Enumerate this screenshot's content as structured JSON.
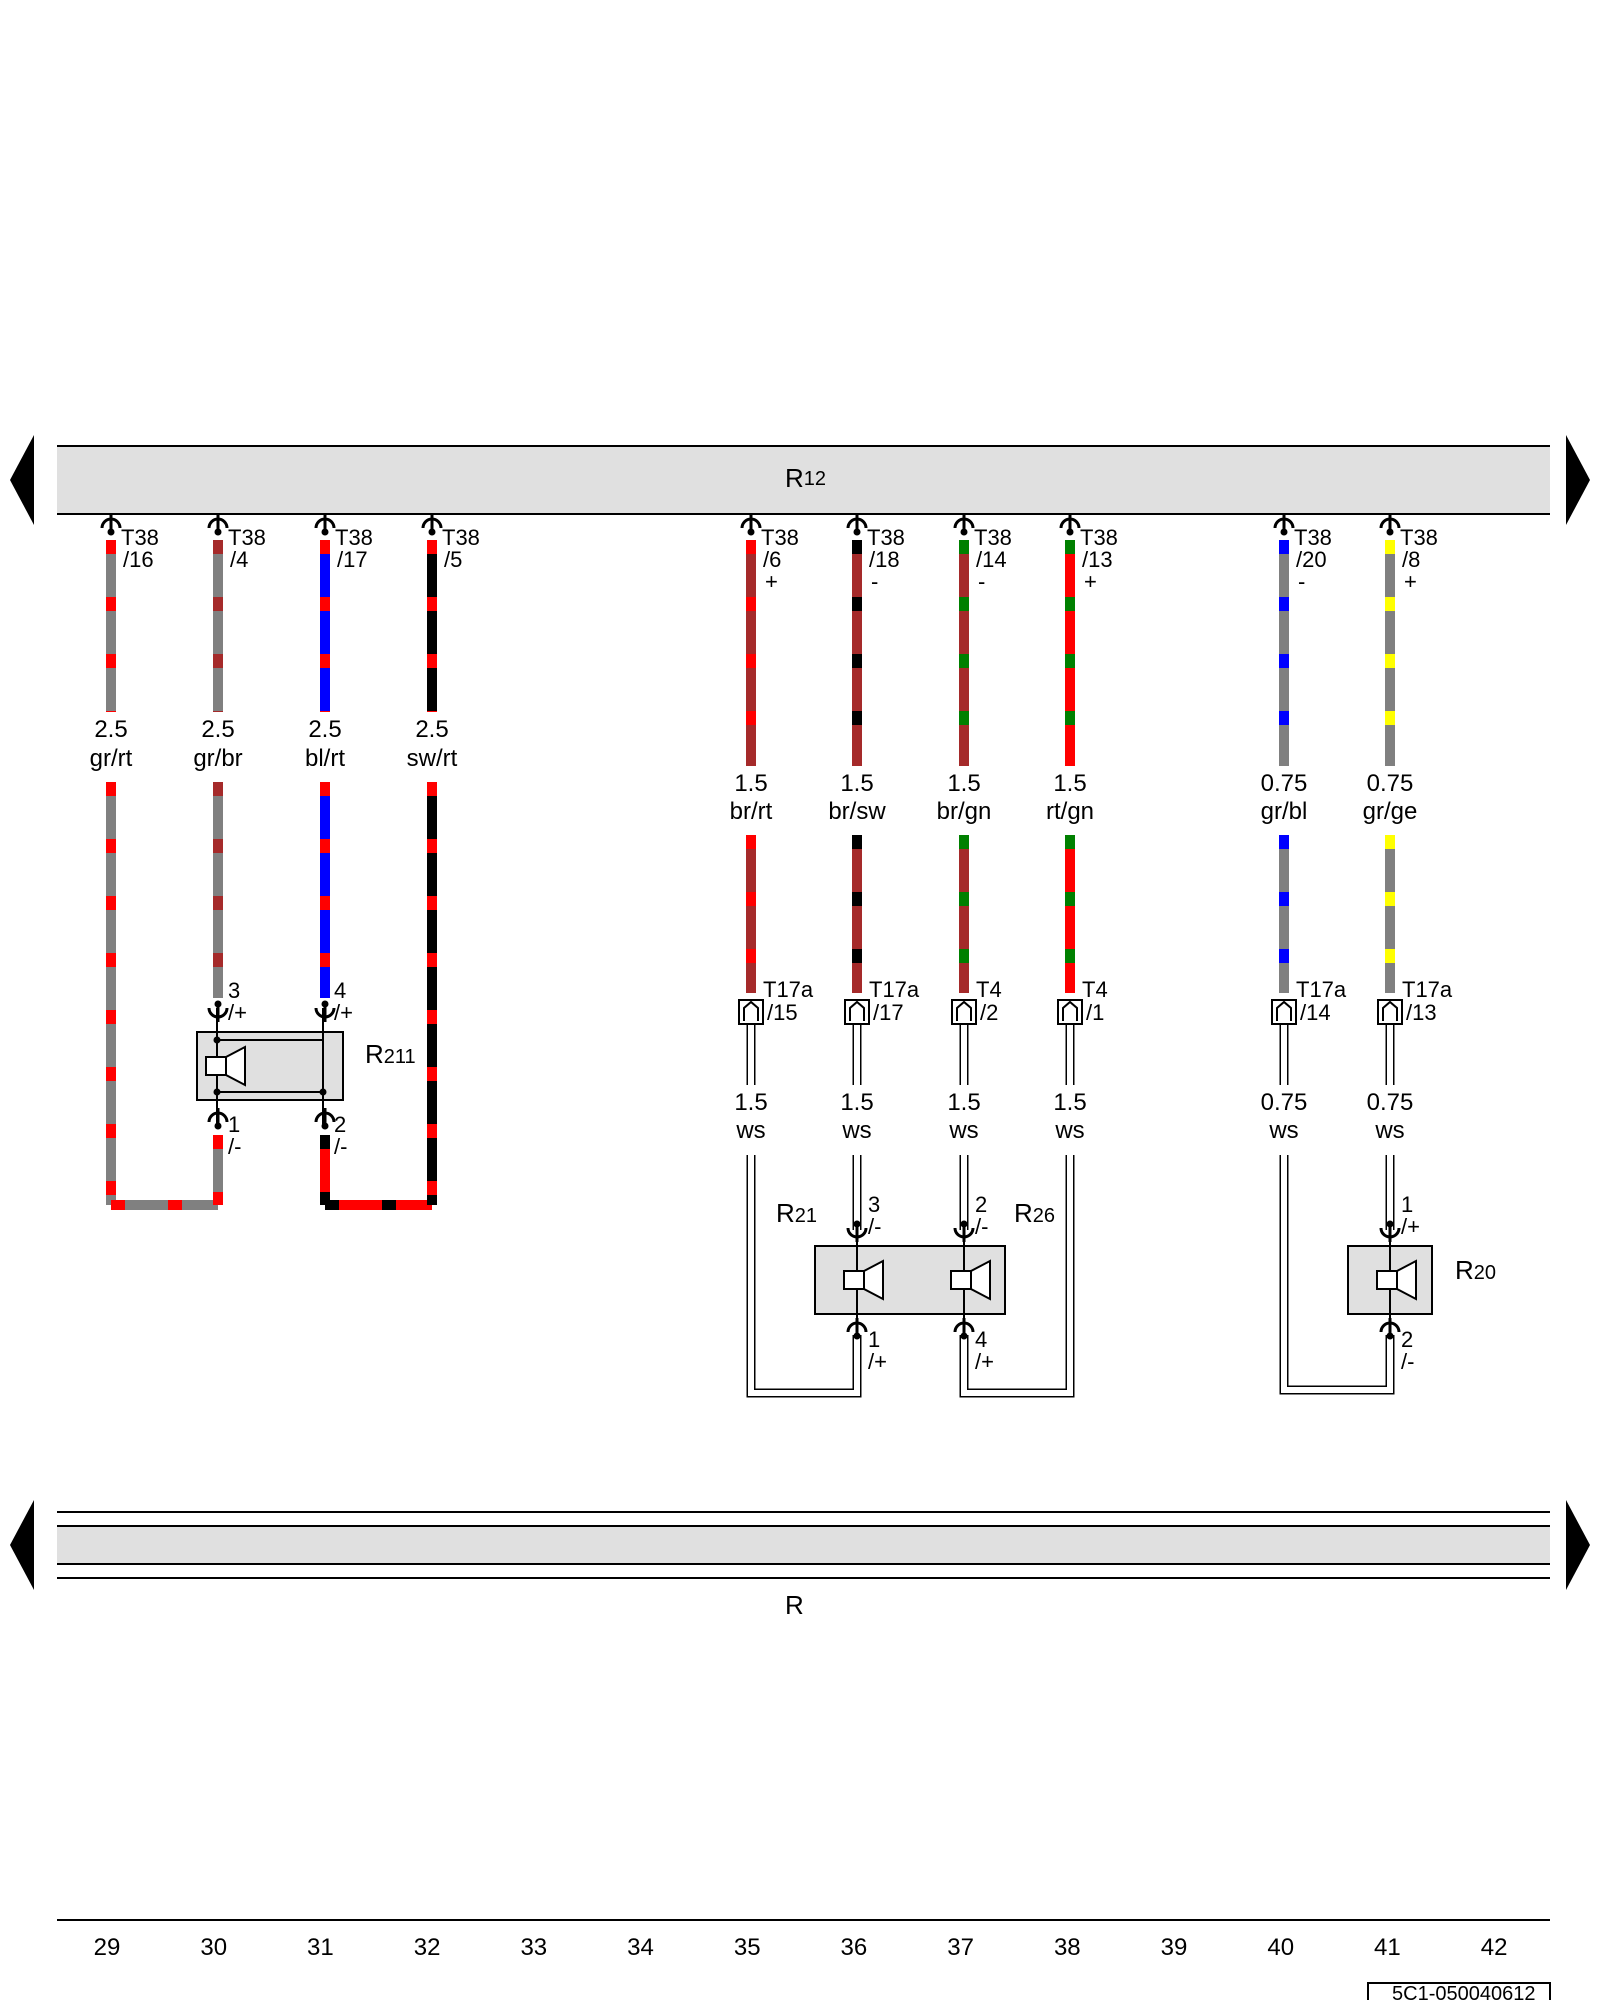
{
  "colors": {
    "gr": "#808080",
    "rt": "#ff0000",
    "br": "#a52a2a",
    "bl": "#0000ff",
    "sw": "#000000",
    "gn": "#008000",
    "ge": "#ffff00",
    "ws": "#ffffff",
    "bus_fill": "#e0e0e0"
  },
  "top_bus": {
    "label": "R",
    "sub": "12"
  },
  "bottom_bus": {
    "label": "R"
  },
  "top_connectors": [
    {
      "name": "T38",
      "pin": "/16",
      "sign": ""
    },
    {
      "name": "T38",
      "pin": "/4",
      "sign": ""
    },
    {
      "name": "T38",
      "pin": "/17",
      "sign": ""
    },
    {
      "name": "T38",
      "pin": "/5",
      "sign": ""
    },
    {
      "name": "T38",
      "pin": "/6",
      "sign": "+"
    },
    {
      "name": "T38",
      "pin": "/18",
      "sign": "-"
    },
    {
      "name": "T38",
      "pin": "/14",
      "sign": "-"
    },
    {
      "name": "T38",
      "pin": "/13",
      "sign": "+"
    },
    {
      "name": "T38",
      "pin": "/20",
      "sign": "-"
    },
    {
      "name": "T38",
      "pin": "/8",
      "sign": "+"
    }
  ],
  "wires_upper": [
    {
      "gauge": "2.5",
      "color": "gr/rt",
      "base": "gr",
      "stripe": "rt"
    },
    {
      "gauge": "2.5",
      "color": "gr/br",
      "base": "gr",
      "stripe": "br"
    },
    {
      "gauge": "2.5",
      "color": "bl/rt",
      "base": "bl",
      "stripe": "rt"
    },
    {
      "gauge": "2.5",
      "color": "sw/rt",
      "base": "sw",
      "stripe": "rt"
    },
    {
      "gauge": "1.5",
      "color": "br/rt",
      "base": "br",
      "stripe": "rt"
    },
    {
      "gauge": "1.5",
      "color": "br/sw",
      "base": "br",
      "stripe": "sw"
    },
    {
      "gauge": "1.5",
      "color": "br/gn",
      "base": "br",
      "stripe": "gn"
    },
    {
      "gauge": "1.5",
      "color": "rt/gn",
      "base": "rt",
      "stripe": "gn"
    },
    {
      "gauge": "0.75",
      "color": "gr/bl",
      "base": "gr",
      "stripe": "bl"
    },
    {
      "gauge": "0.75",
      "color": "gr/ge",
      "base": "gr",
      "stripe": "ge"
    }
  ],
  "mid_connectors": [
    {
      "name": "T17a",
      "pin": "/15"
    },
    {
      "name": "T17a",
      "pin": "/17"
    },
    {
      "name": "T4",
      "pin": "/2"
    },
    {
      "name": "T4",
      "pin": "/1"
    },
    {
      "name": "T17a",
      "pin": "/14"
    },
    {
      "name": "T17a",
      "pin": "/13"
    }
  ],
  "wires_lower": [
    {
      "gauge": "1.5",
      "color": "ws"
    },
    {
      "gauge": "1.5",
      "color": "ws"
    },
    {
      "gauge": "1.5",
      "color": "ws"
    },
    {
      "gauge": "1.5",
      "color": "ws"
    },
    {
      "gauge": "0.75",
      "color": "ws"
    },
    {
      "gauge": "0.75",
      "color": "ws"
    }
  ],
  "speakers": {
    "r211": {
      "label": "R",
      "sub": "211",
      "pins": [
        {
          "num": "3",
          "sign": "/+"
        },
        {
          "num": "4",
          "sign": "/+"
        },
        {
          "num": "1",
          "sign": "/-"
        },
        {
          "num": "2",
          "sign": "/-"
        }
      ]
    },
    "r21": {
      "label": "R",
      "sub": "21",
      "pins": [
        {
          "num": "3",
          "sign": "/-"
        },
        {
          "num": "1",
          "sign": "/+"
        }
      ]
    },
    "r26": {
      "label": "R",
      "sub": "26",
      "pins": [
        {
          "num": "2",
          "sign": "/-"
        },
        {
          "num": "4",
          "sign": "/+"
        }
      ]
    },
    "r20": {
      "label": "R",
      "sub": "20",
      "pins": [
        {
          "num": "1",
          "sign": "/+"
        },
        {
          "num": "2",
          "sign": "/-"
        }
      ]
    }
  },
  "footer": {
    "columns": [
      "29",
      "30",
      "31",
      "32",
      "33",
      "34",
      "35",
      "36",
      "37",
      "38",
      "39",
      "40",
      "41",
      "42"
    ],
    "doc_code": "5C1-050040612"
  }
}
